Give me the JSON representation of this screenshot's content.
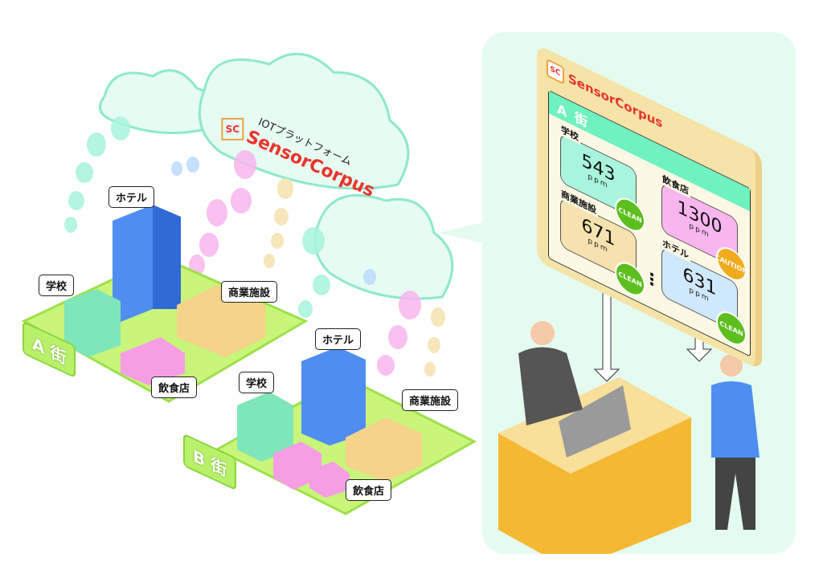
{
  "platform": {
    "subtitle": "IOTプラットフォーム",
    "brand": "SensorCorpus"
  },
  "district_a": {
    "name": "A 街",
    "labels": {
      "hotel": "ホテル",
      "school": "学校",
      "commercial": "商業施設",
      "restaurant": "飲食店"
    }
  },
  "district_b": {
    "name": "B 街",
    "labels": {
      "hotel": "ホテル",
      "school": "学校",
      "commercial": "商業施設",
      "restaurant": "飲食店"
    }
  },
  "dashboard": {
    "brand": "SensorCorpus",
    "district": "A 街",
    "more": "⋮",
    "cards": [
      {
        "name": "学校",
        "value": "543",
        "unit": "ppm",
        "status": "CLEAN",
        "color": "#a8f4dc",
        "status_color": "#5cbf1e"
      },
      {
        "name": "商業施設",
        "value": "671",
        "unit": "ppm",
        "status": "CLEAN",
        "color": "#f6e2ae",
        "status_color": "#5cbf1e"
      },
      {
        "name": "飲食店",
        "value": "1300",
        "unit": "ppm",
        "status": "CAUTION",
        "color": "#f9b6ee",
        "status_color": "#f0ac1c"
      },
      {
        "name": "ホテル",
        "value": "631",
        "unit": "ppm",
        "status": "CLEAN",
        "color": "#cfe8fb",
        "status_color": "#5cbf1e"
      }
    ]
  }
}
